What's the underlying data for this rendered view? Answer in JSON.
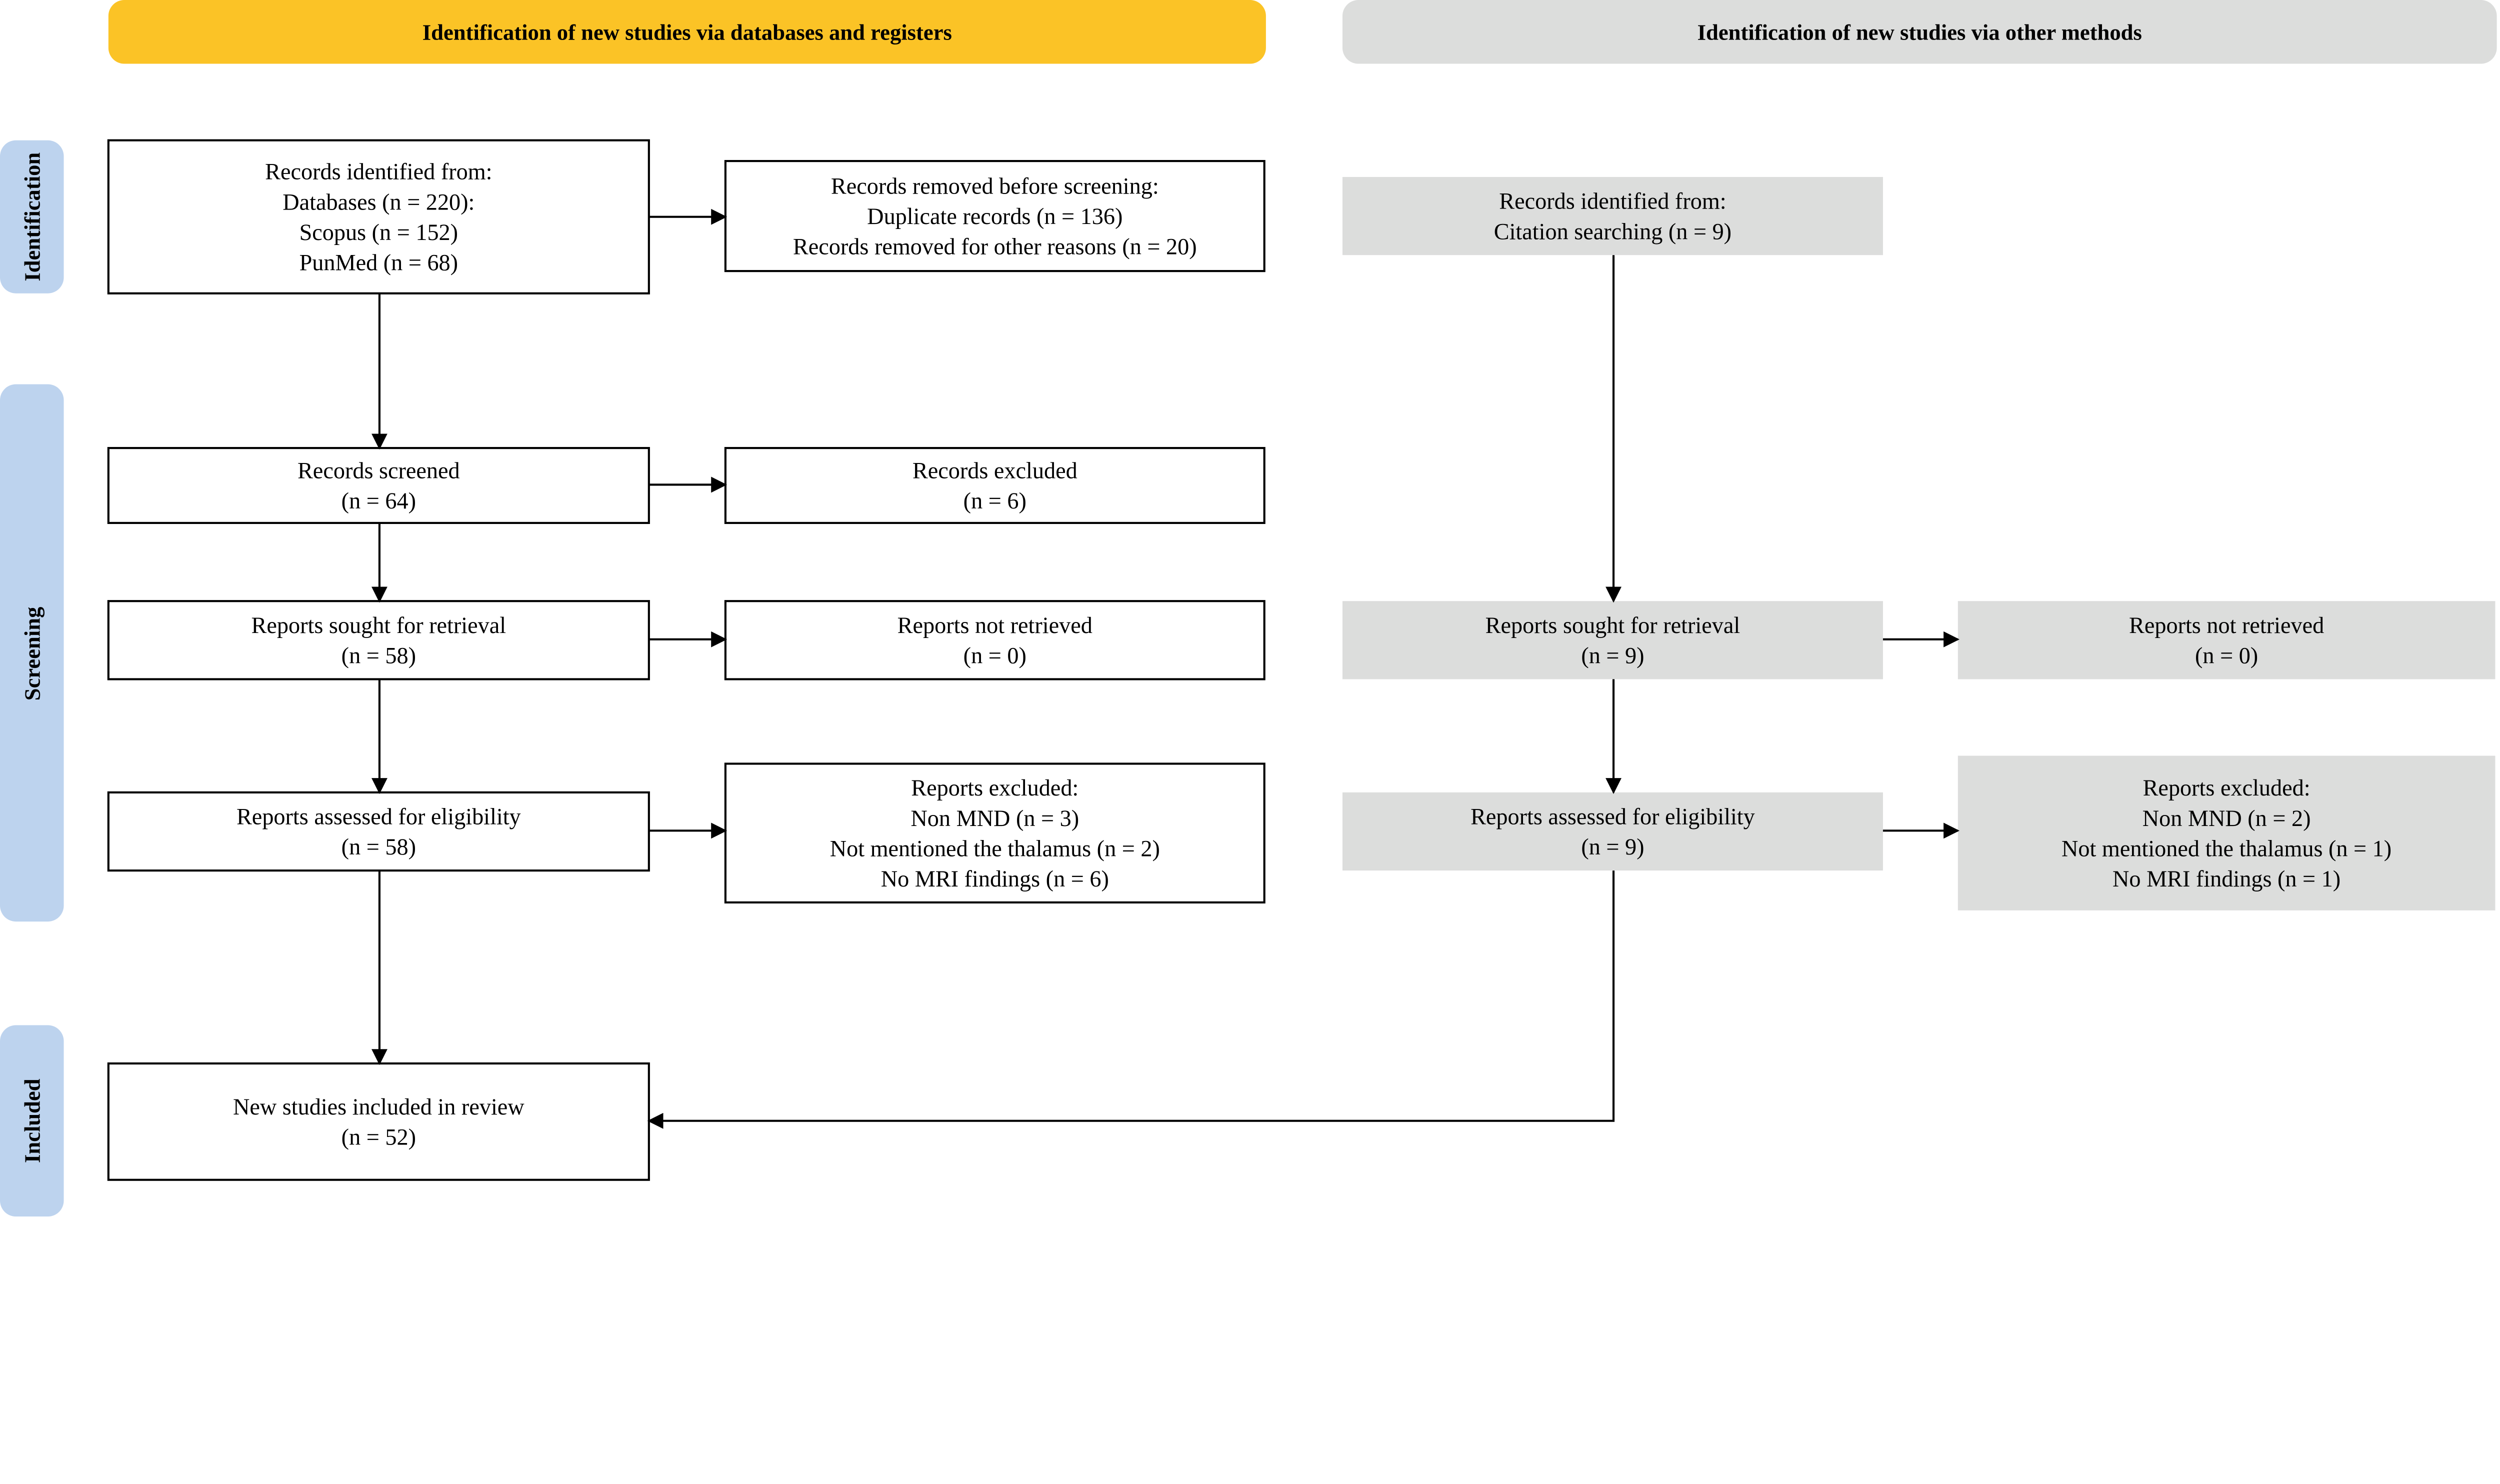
{
  "colors": {
    "databases_header": "#FBC326",
    "other_header": "#DCDDDC",
    "phase_label": "#BDD3EE",
    "other_box": "#DCDDDC"
  },
  "headers": {
    "databases": "Identification of new studies via databases and registers",
    "other": "Identification of new studies via other methods"
  },
  "phases": {
    "identification": "Identification",
    "screening": "Screening",
    "included": "Included"
  },
  "databases": {
    "identified": [
      "Records identified from:",
      "Databases (n = 220):",
      "Scopus (n = 152)",
      "PunMed (n = 68)"
    ],
    "removed": [
      "Records removed before screening:",
      "Duplicate records (n = 136)",
      "Records removed for other reasons (n = 20)"
    ],
    "screened": [
      "Records screened",
      "(n = 64)"
    ],
    "excluded": [
      "Records excluded",
      "(n = 6)"
    ],
    "sought": [
      "Reports sought for retrieval",
      "(n = 58)"
    ],
    "not_retrieved": [
      "Reports not retrieved",
      "(n = 0)"
    ],
    "assessed": [
      "Reports assessed for eligibility",
      "(n = 58)"
    ],
    "reports_excluded": [
      "Reports excluded:",
      "Non MND (n = 3)",
      "Not mentioned the thalamus (n = 2)",
      "No MRI findings (n = 6)"
    ],
    "included": [
      "New studies included in review",
      "(n = 52)"
    ]
  },
  "other": {
    "identified": [
      "Records identified from:",
      "Citation searching (n = 9)"
    ],
    "sought": [
      "Reports sought for retrieval",
      "(n = 9)"
    ],
    "not_retrieved": [
      "Reports not retrieved",
      "(n = 0)"
    ],
    "assessed": [
      "Reports assessed for eligibility",
      "(n = 9)"
    ],
    "reports_excluded": [
      "Reports excluded:",
      "Non MND (n = 2)",
      "Not mentioned the thalamus (n = 1)",
      "No MRI findings (n = 1)"
    ]
  }
}
